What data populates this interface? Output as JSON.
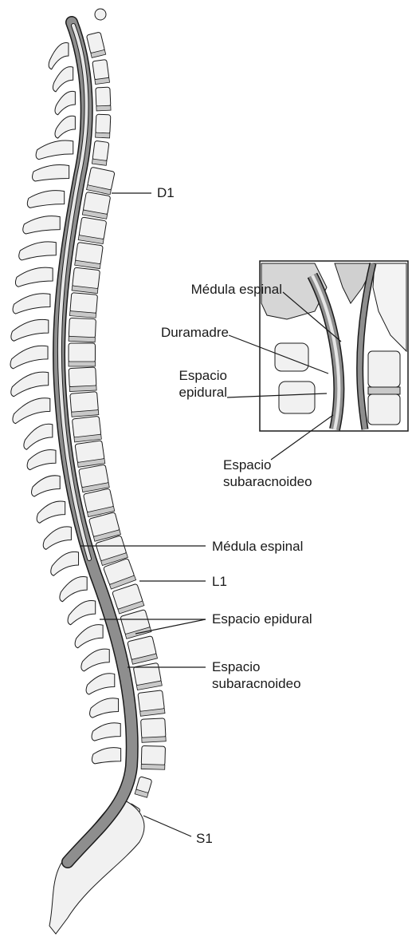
{
  "labels": {
    "d1": "D1",
    "inset_medula": "Médula espinal",
    "inset_duramadre": "Duramadre",
    "inset_epidural": [
      "Espacio",
      "epidural"
    ],
    "inset_subarac": [
      "Espacio",
      "subaracnoideo"
    ],
    "medula": "Médula espinal",
    "l1": "L1",
    "epidural": "Espacio epidural",
    "subarac": [
      "Espacio",
      "subaracnoideo"
    ],
    "s1": "S1"
  },
  "colors": {
    "bone": "#f1f1f1",
    "disc": "#c9c9c9",
    "canal": "#8e8e8e",
    "cord": "#e6e6e6",
    "outline": "#1a1a1a"
  }
}
